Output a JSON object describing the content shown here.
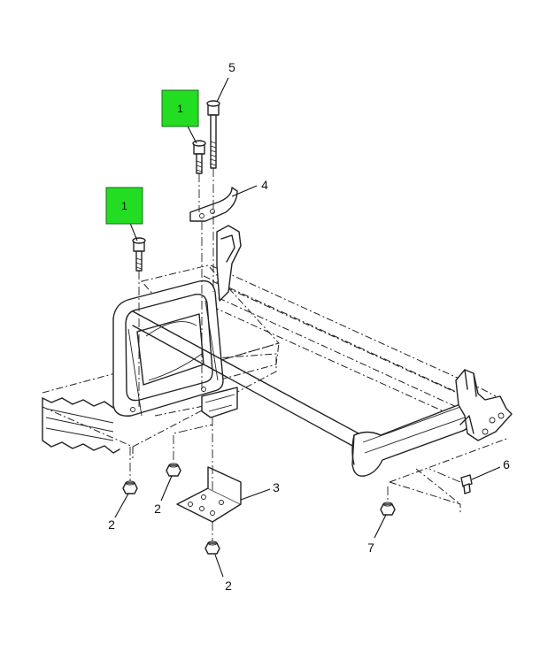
{
  "callouts": [
    {
      "id": "c1a",
      "label": "1",
      "highlighted": true
    },
    {
      "id": "c1b",
      "label": "1",
      "highlighted": true
    },
    {
      "id": "c2a",
      "label": "2",
      "highlighted": false
    },
    {
      "id": "c2b",
      "label": "2",
      "highlighted": false
    },
    {
      "id": "c2c",
      "label": "2",
      "highlighted": false
    },
    {
      "id": "c3",
      "label": "3",
      "highlighted": false
    },
    {
      "id": "c4",
      "label": "4",
      "highlighted": false
    },
    {
      "id": "c5",
      "label": "5",
      "highlighted": false
    },
    {
      "id": "c6",
      "label": "6",
      "highlighted": false
    },
    {
      "id": "c7",
      "label": "7",
      "highlighted": false
    }
  ],
  "colors": {
    "highlight": "#22dd22",
    "line": "#222222",
    "background": "#ffffff"
  }
}
